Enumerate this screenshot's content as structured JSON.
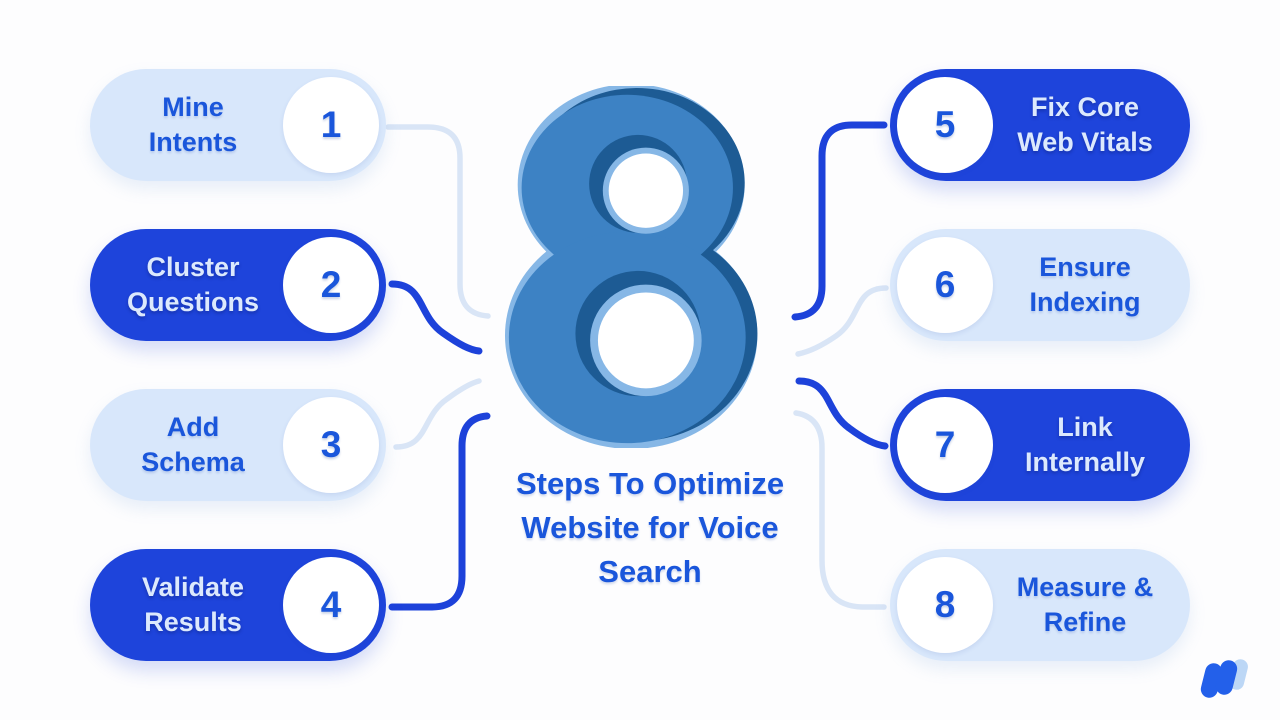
{
  "title": {
    "lines": [
      "Steps To Optimize",
      "Website for Voice",
      "Search"
    ]
  },
  "center": {
    "big_number": "8"
  },
  "steps": [
    {
      "number": "1",
      "label_lines": [
        "Mine",
        "Intents"
      ]
    },
    {
      "number": "2",
      "label_lines": [
        "Cluster",
        "Questions"
      ]
    },
    {
      "number": "3",
      "label_lines": [
        "Add",
        "Schema"
      ]
    },
    {
      "number": "4",
      "label_lines": [
        "Validate",
        "Results"
      ]
    },
    {
      "number": "5",
      "label_lines": [
        "Fix Core",
        "Web Vitals"
      ]
    },
    {
      "number": "6",
      "label_lines": [
        "Ensure",
        "Indexing"
      ]
    },
    {
      "number": "7",
      "label_lines": [
        "Link",
        "Internally"
      ]
    },
    {
      "number": "8",
      "label_lines": [
        "Measure &",
        "Refine"
      ]
    }
  ],
  "colors": {
    "dark_blue": "#1E44DB",
    "light_blue_bg": "#D8E7FB",
    "text_blue": "#1A56DB",
    "light_text": "#DCE9FD",
    "eight_face": "#3D82C4",
    "eight_dark": "#1D5B94",
    "eight_light": "#86B7E6",
    "connector_light": "#D9E5F6",
    "connector_dark": "#1D42DA",
    "logo_light": "#BCD7F6",
    "logo_dark": "#2360EA"
  }
}
